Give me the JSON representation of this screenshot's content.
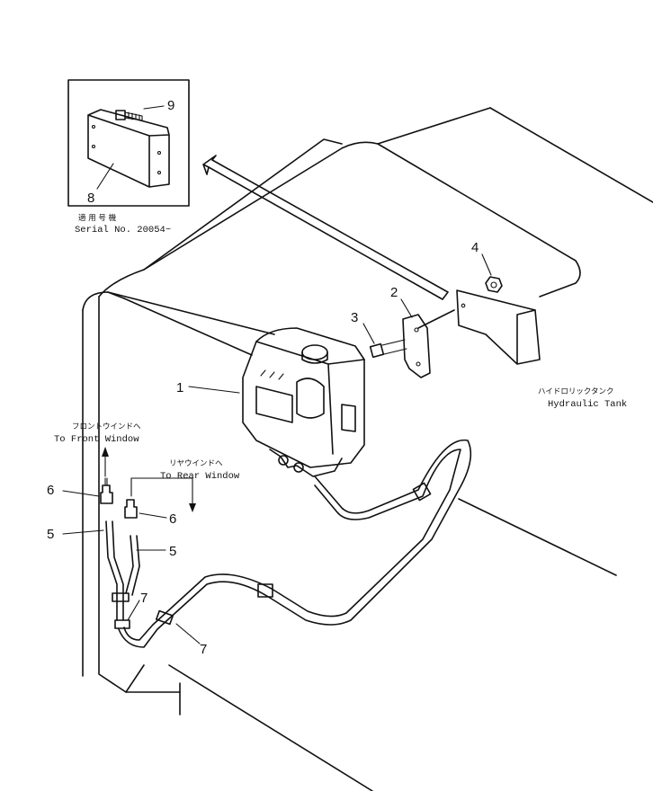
{
  "inset": {
    "serial_jp": "適 用 号 機",
    "serial_en": "Serial No. 20054~"
  },
  "callouts": {
    "n1": "1",
    "n2": "2",
    "n3": "3",
    "n4": "4",
    "n5a": "5",
    "n5b": "5",
    "n6a": "6",
    "n6b": "6",
    "n7a": "7",
    "n7b": "7",
    "n8": "8",
    "n9": "9"
  },
  "labels": {
    "front_jp": "フロントウインドへ",
    "front_en": "To Front Window",
    "rear_jp": "リヤウインドへ",
    "rear_en": "To Rear Window",
    "tank_jp": "ハイドロリックタンク",
    "tank_en": "Hydraulic Tank"
  }
}
